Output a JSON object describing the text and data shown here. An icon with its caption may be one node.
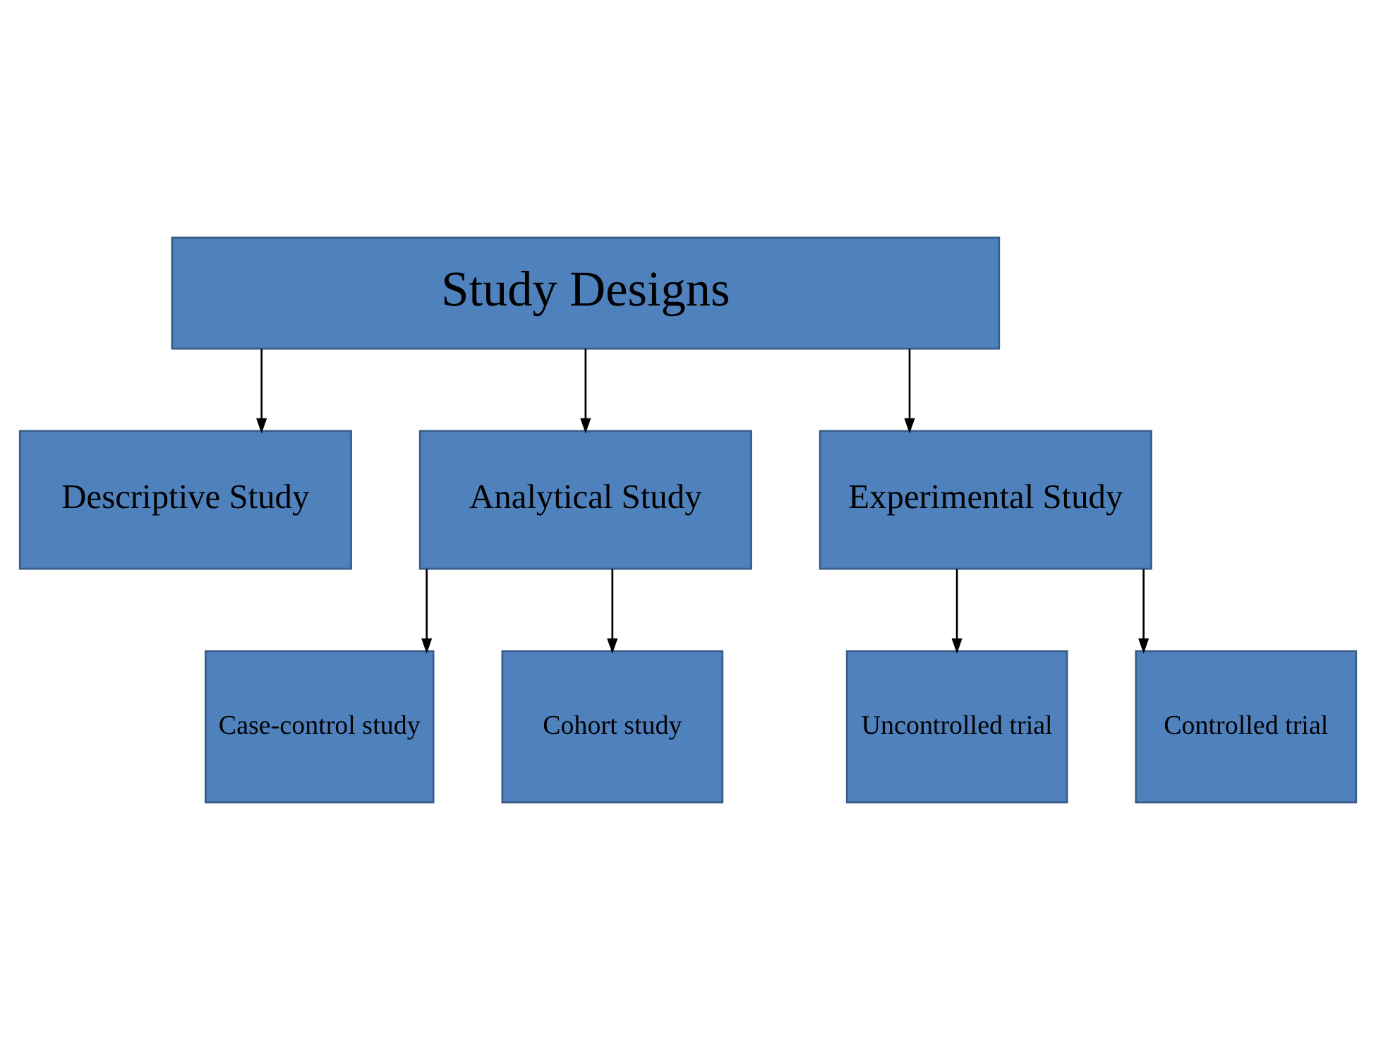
{
  "diagram": {
    "nodes": [
      {
        "text": [
          "Study Designs"
        ]
      },
      {
        "text": [
          "Descriptive Study"
        ]
      },
      {
        "text": [
          "Analytical Study"
        ]
      },
      {
        "text": [
          "Experimental Study"
        ]
      },
      {
        "text": [
          "Case-control study"
        ]
      },
      {
        "text": [
          "Cohort study"
        ]
      },
      {
        "text": [
          "Uncontrolled trial"
        ]
      },
      {
        "text": [
          "Controlled trial"
        ]
      }
    ],
    "edges": [
      {
        "from": 0,
        "to": 1,
        "arrow": "to"
      },
      {
        "from": 0,
        "to": 2,
        "arrow": "to"
      },
      {
        "from": 0,
        "to": 3,
        "arrow": "to"
      },
      {
        "from": 2,
        "to": 4,
        "arrow": "to"
      },
      {
        "from": 2,
        "to": 5,
        "arrow": "to"
      },
      {
        "from": 3,
        "to": 6,
        "arrow": "to"
      },
      {
        "from": 3,
        "to": 7,
        "arrow": "to"
      }
    ]
  }
}
